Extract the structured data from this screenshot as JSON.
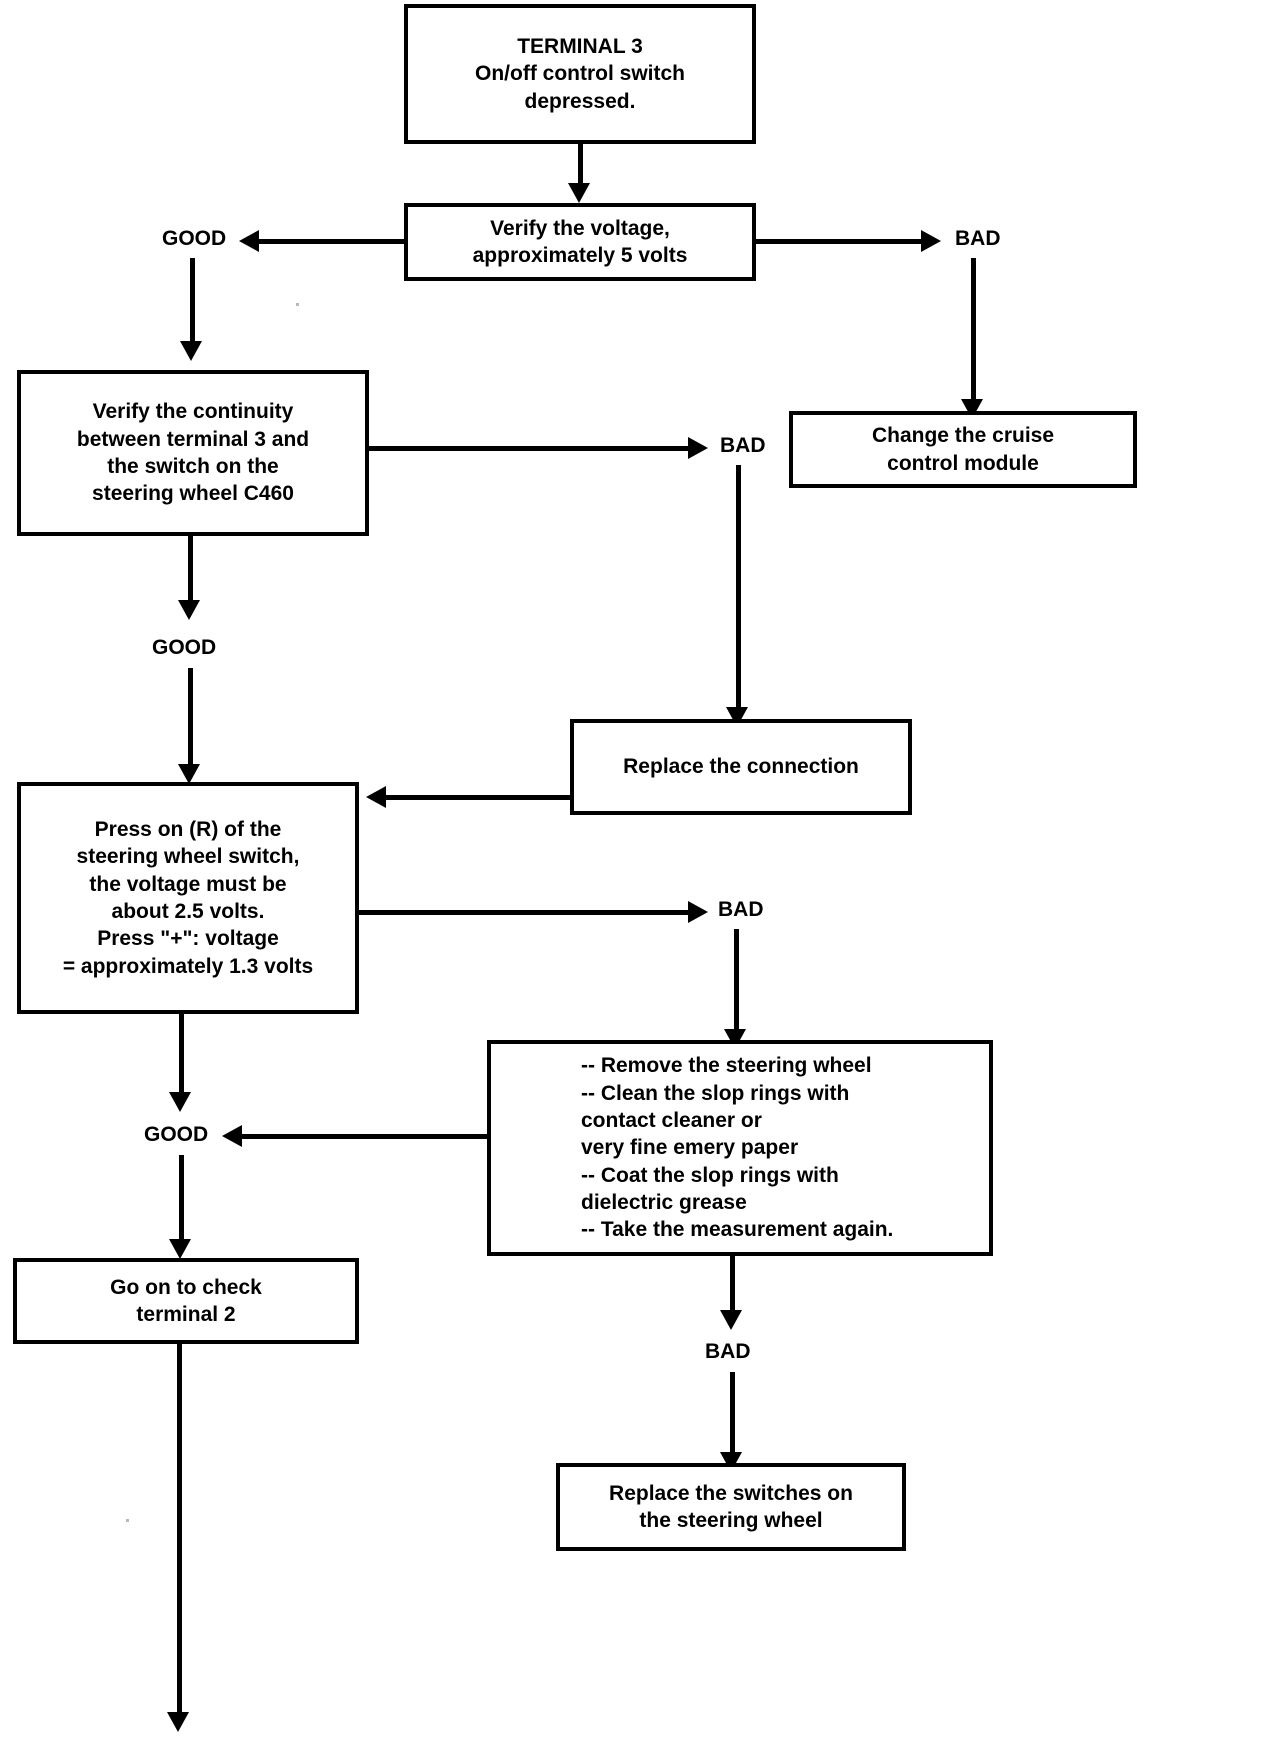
{
  "diagram": {
    "title": "TERMINAL 3 diagnostic flowchart",
    "type": "flowchart",
    "line_color": "#000000",
    "background_color": "#ffffff"
  },
  "nodes": {
    "terminal3": "TERMINAL 3\nOn/off control switch\ndepressed.",
    "verify_voltage": "Verify the voltage,\napproximately 5 volts",
    "change_module": "Change the cruise\ncontrol module",
    "verify_continuity": "Verify the continuity\nbetween terminal 3 and\nthe switch on the\nsteering wheel C460",
    "replace_connection": "Replace the connection",
    "press_r": "Press on (R) of the\nsteering wheel switch,\nthe voltage must be\nabout 2.5 volts.\nPress \"+\": voltage\n= approximately 1.3 volts",
    "clean_rings": "-- Remove the steering wheel\n-- Clean the slop rings with\n    contact cleaner or\n    very fine emery paper\n-- Coat the slop rings with\n    dielectric grease\n-- Take the measurement again.",
    "go_on": "Go on to check\nterminal 2",
    "replace_switches": "Replace the switches on\nthe steering wheel"
  },
  "edge_labels": {
    "good_1": "GOOD",
    "bad_1": "BAD",
    "bad_2": "BAD",
    "good_2": "GOOD",
    "bad_3": "BAD",
    "good_3": "GOOD",
    "bad_4": "BAD"
  }
}
